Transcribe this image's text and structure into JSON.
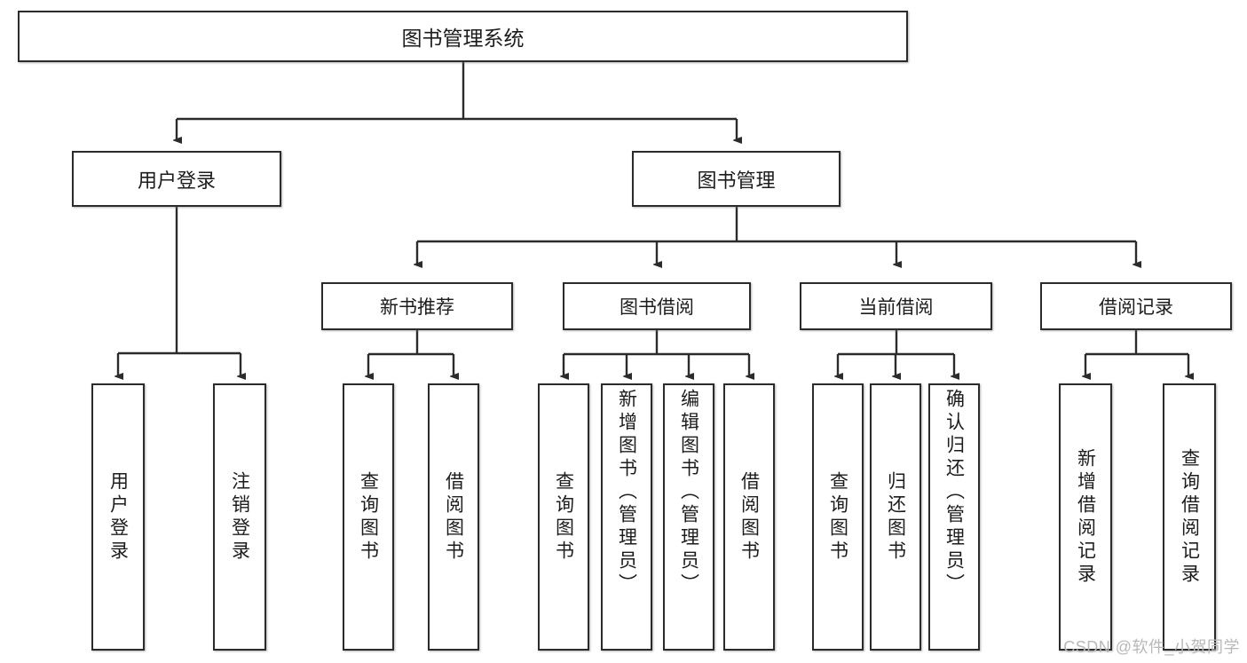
{
  "diagram": {
    "title": "图书管理系统",
    "type": "hierarchy-tree",
    "watermark": "CSDN @软件_小贺同学",
    "root": {
      "id": "root",
      "label": "图书管理系统"
    },
    "level2": [
      {
        "id": "user-login",
        "label": "用户登录"
      },
      {
        "id": "book-manage",
        "label": "图书管理"
      }
    ],
    "level3": [
      {
        "id": "new-book-recommend",
        "label": "新书推荐"
      },
      {
        "id": "book-borrow",
        "label": "图书借阅"
      },
      {
        "id": "current-borrow",
        "label": "当前借阅"
      },
      {
        "id": "borrow-record",
        "label": "借阅记录"
      }
    ],
    "leaves": {
      "user_login": [
        {
          "id": "leaf-user-login",
          "label": "用户登录"
        },
        {
          "id": "leaf-user-logout",
          "label": "注销登录"
        }
      ],
      "new_book_recommend": [
        {
          "id": "leaf-query-book-1",
          "label": "查询图书"
        },
        {
          "id": "leaf-borrow-book-1",
          "label": "借阅图书"
        }
      ],
      "book_borrow": [
        {
          "id": "leaf-query-book-2",
          "label": "查询图书"
        },
        {
          "id": "leaf-add-book",
          "label": "新增图书（管理员）"
        },
        {
          "id": "leaf-edit-book",
          "label": "编辑图书（管理员）"
        },
        {
          "id": "leaf-borrow-book-2",
          "label": "借阅图书"
        }
      ],
      "current_borrow": [
        {
          "id": "leaf-query-book-3",
          "label": "查询图书"
        },
        {
          "id": "leaf-return-book",
          "label": "归还图书"
        },
        {
          "id": "leaf-confirm-return",
          "label": "确认归还（管理员）"
        }
      ],
      "borrow_record": [
        {
          "id": "leaf-add-record",
          "label": "新增借阅记录"
        },
        {
          "id": "leaf-query-record",
          "label": "查询借阅记录"
        }
      ]
    },
    "colors": {
      "stroke": "#2b2b2b",
      "fill": "#ffffff",
      "text": "#1c1c1c",
      "watermark": "#b8b8b8"
    }
  }
}
